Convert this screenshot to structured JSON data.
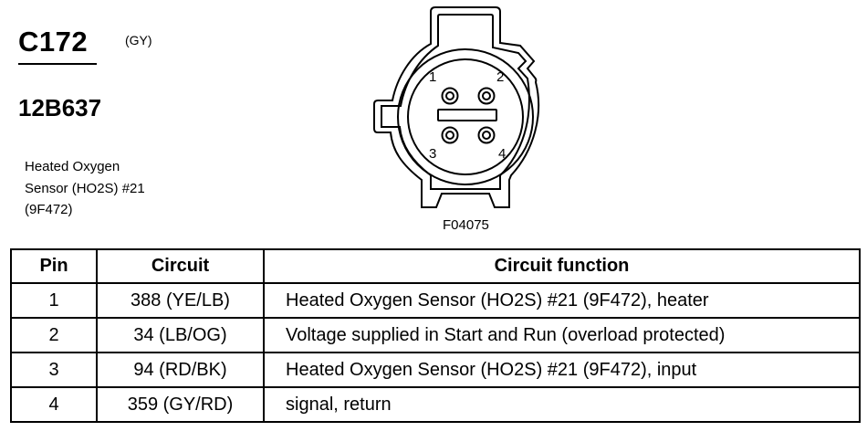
{
  "connector": {
    "id": "C172",
    "color": "(GY)",
    "part_number": "12B637",
    "description_lines": [
      "Heated Oxygen",
      "Sensor (HO2S) #21",
      "(9F472)"
    ],
    "figure_code": "F04075",
    "pin_numbers": [
      "1",
      "2",
      "3",
      "4"
    ]
  },
  "table": {
    "headers": [
      "Pin",
      "Circuit",
      "Circuit function"
    ],
    "rows": [
      {
        "pin": "1",
        "circuit": "388 (YE/LB)",
        "function": "Heated Oxygen Sensor (HO2S) #21 (9F472), heater"
      },
      {
        "pin": "2",
        "circuit": "34 (LB/OG)",
        "function": "Voltage supplied in Start and Run (overload protected)"
      },
      {
        "pin": "3",
        "circuit": "94 (RD/BK)",
        "function": "Heated Oxygen Sensor (HO2S) #21 (9F472), input"
      },
      {
        "pin": "4",
        "circuit": "359 (GY/RD)",
        "function": "signal, return"
      }
    ]
  }
}
